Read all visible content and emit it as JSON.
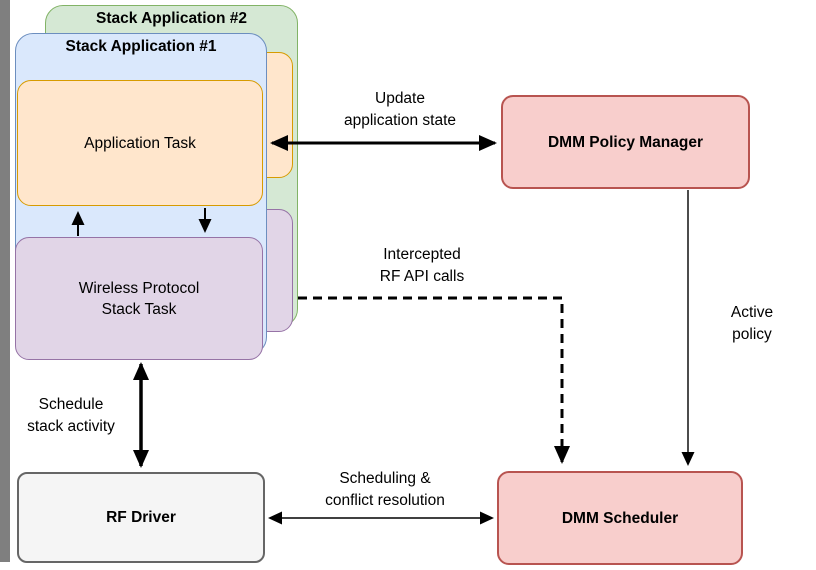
{
  "window": {
    "background": "#ffffff",
    "left_edge_color": "#7f7f7f"
  },
  "diagram": {
    "stack_cards": [
      {
        "id": "stack-application-2",
        "title": "Stack Application #2",
        "fill": "#d5e8d4",
        "border": "#82b366"
      },
      {
        "id": "stack-application-1",
        "title": "Stack Application #1",
        "fill": "#dae8fc",
        "border": "#6c8ebf"
      }
    ],
    "nodes": [
      {
        "id": "application-task",
        "label": "Application Task",
        "fill": "#ffe6cc",
        "border": "#d79b00"
      },
      {
        "id": "wireless-protocol-stack-task",
        "label": "Wireless Protocol\nStack Task",
        "fill": "#e1d5e7",
        "border": "#9673a6"
      },
      {
        "id": "dmm-policy-manager",
        "label": "DMM Policy Manager",
        "fill": "#f8cecc",
        "border": "#b85450"
      },
      {
        "id": "dmm-scheduler",
        "label": "DMM Scheduler",
        "fill": "#f8cecc",
        "border": "#b85450"
      },
      {
        "id": "rf-driver",
        "label": "RF Driver",
        "fill": "#f5f5f5",
        "border": "#666666"
      }
    ],
    "edge_labels": [
      {
        "id": "update-application-state",
        "text": "Update\napplication state"
      },
      {
        "id": "intercepted-rf-api-calls",
        "text": "Intercepted\nRF API calls"
      },
      {
        "id": "active-policy",
        "text": "Active policy"
      },
      {
        "id": "schedule-stack-activity",
        "text": "Schedule\nstack activity"
      },
      {
        "id": "scheduling-conflict-resolution",
        "text": "Scheduling &\nconflict resolution"
      }
    ],
    "arrow_color": "#000000"
  }
}
